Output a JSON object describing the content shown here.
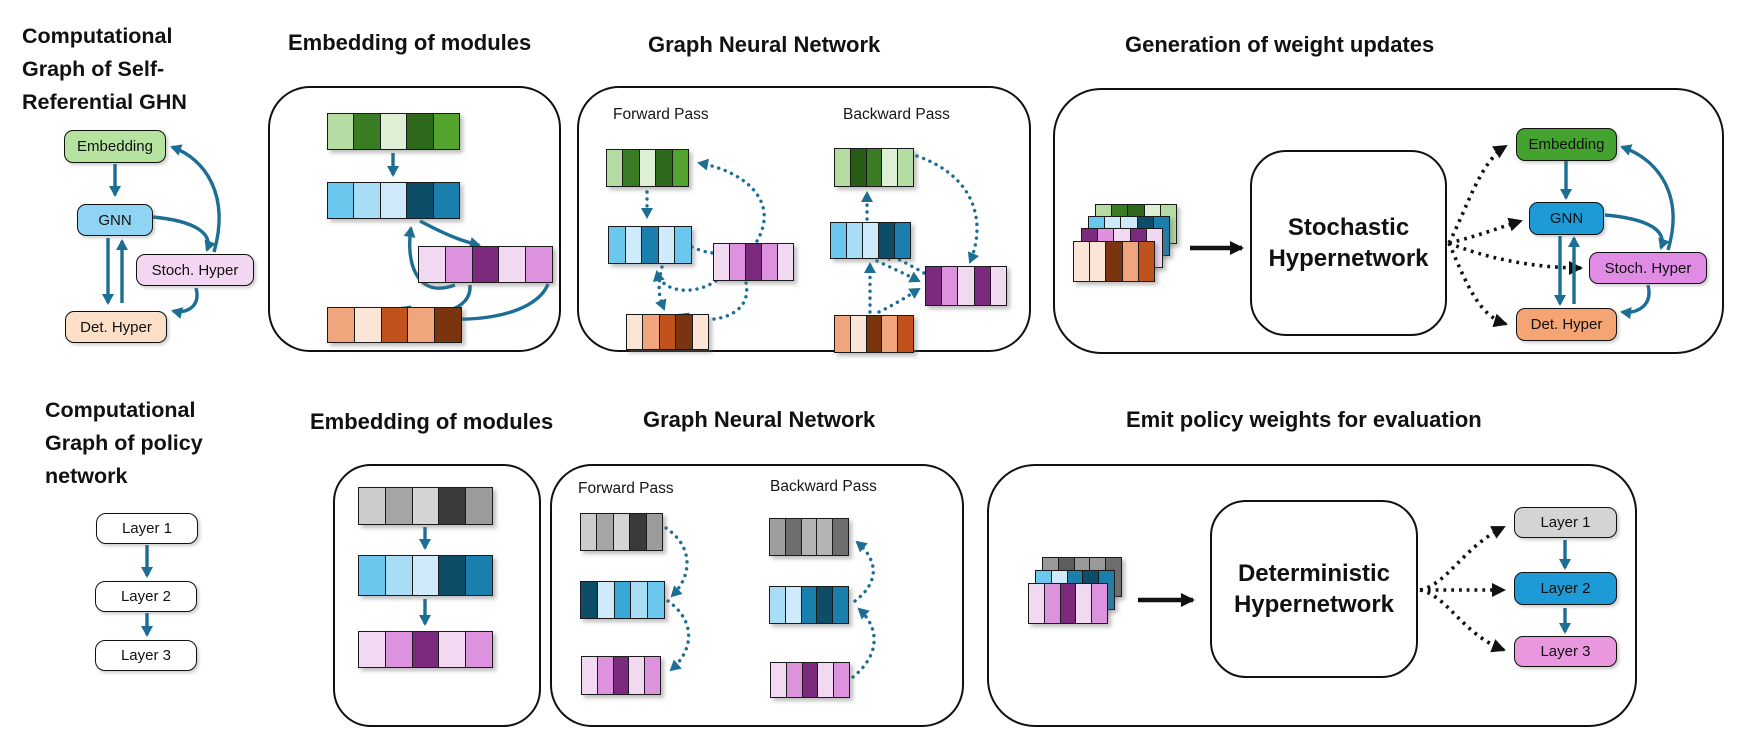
{
  "figure": {
    "top": {
      "left_graph": {
        "title": "Computational Graph of Self-Referential GHN",
        "nodes": {
          "embedding": {
            "label": "Embedding",
            "color": "#b7e3a1"
          },
          "gnn": {
            "label": "GNN",
            "color": "#90d4f3"
          },
          "stoch": {
            "label": "Stoch. Hyper",
            "color": "#f3d6f1"
          },
          "det": {
            "label": "Det. Hyper",
            "color": "#fbdfc6"
          }
        }
      },
      "embedding_panel": {
        "title": "Embedding of modules",
        "rows": {
          "green": [
            "#b5dca3",
            "#3a7c23",
            "#ddefd5",
            "#2e681c",
            "#54a32e"
          ],
          "blue": [
            "#6cc7ef",
            "#a9dcf5",
            "#cfeafa",
            "#0e4d68",
            "#1b7fae"
          ],
          "magenta": [
            "#f2d9f2",
            "#dc92dc",
            "#7b2a7d",
            "#f2d9f2",
            "#dc92dc"
          ],
          "orange": [
            "#f0a57c",
            "#fbe5d6",
            "#c0521d",
            "#f0a57c",
            "#7a340f"
          ]
        }
      },
      "gnn_panel": {
        "title": "Graph Neural Network",
        "forward": {
          "label": "Forward Pass",
          "rows": {
            "green": [
              "#b5dca3",
              "#3a7c23",
              "#ddefd5",
              "#2e681c",
              "#54a32e"
            ],
            "blue": [
              "#6cc7ef",
              "#cfeafa",
              "#1b7fae",
              "#cfeafa",
              "#6cc7ef"
            ],
            "magenta": [
              "#f2d9f2",
              "#dc92dc",
              "#7b2a7d",
              "#dc92dc",
              "#f2d9f2"
            ],
            "orange": [
              "#fbe5d6",
              "#f0a57c",
              "#c0521d",
              "#7a340f",
              "#fbe5d6"
            ]
          }
        },
        "backward": {
          "label": "Backward Pass",
          "rows": {
            "green": [
              "#b5dca3",
              "#285c16",
              "#3a7c23",
              "#ddefd5",
              "#b5dca3"
            ],
            "blue": [
              "#6cc7ef",
              "#a9dcf5",
              "#cfeafa",
              "#0e4d68",
              "#1b7fae"
            ],
            "magenta": [
              "#7b2a7d",
              "#dc92dc",
              "#f2d9f2",
              "#7b2a7d",
              "#f2d9f2"
            ],
            "orange": [
              "#f0a57c",
              "#fbe5d6",
              "#7a340f",
              "#f0a57c",
              "#c0521d"
            ]
          }
        }
      },
      "generation_panel": {
        "title": "Generation of weight updates",
        "hypernetwork_label": "Stochastic Hypernetwork",
        "stack": {
          "green": [
            "#b5dca3",
            "#3a7c23",
            "#2e681c",
            "#ddefd5",
            "#b5dca3"
          ],
          "blue": [
            "#6cc7ef",
            "#cfeafa",
            "#cfeafa",
            "#0e4d68",
            "#1b7fae"
          ],
          "magenta": [
            "#7b2a7d",
            "#dc92dc",
            "#f2d9f2",
            "#7b2a7d",
            "#f2d9f2"
          ],
          "orange": [
            "#fbe5d6",
            "#fbe5d6",
            "#7a340f",
            "#f0a57c",
            "#c0521d"
          ]
        },
        "nodes": {
          "embedding": {
            "label": "Embedding",
            "color": "#44a22e"
          },
          "gnn": {
            "label": "GNN",
            "color": "#1e9ad7"
          },
          "stoch": {
            "label": "Stoch. Hyper",
            "color": "#e08be4"
          },
          "det": {
            "label": "Det. Hyper",
            "color": "#f5a573"
          }
        }
      }
    },
    "bottom": {
      "left_graph": {
        "title": "Computational Graph of policy network",
        "nodes": {
          "layer1": {
            "label": "Layer 1",
            "color": "#ffffff"
          },
          "layer2": {
            "label": "Layer 2",
            "color": "#ffffff"
          },
          "layer3": {
            "label": "Layer 3",
            "color": "#ffffff"
          }
        }
      },
      "embedding_panel": {
        "title": "Embedding of modules",
        "rows": {
          "gray": [
            "#cccccc",
            "#a5a5a5",
            "#d4d4d4",
            "#3a3a3a",
            "#9b9b9b"
          ],
          "blue": [
            "#6cc7ef",
            "#a9dcf5",
            "#cfeafa",
            "#0e4d68",
            "#1b7fae"
          ],
          "pink": [
            "#f2d9f2",
            "#dc92dc",
            "#7b2a7d",
            "#f2d9f2",
            "#dc92dc"
          ]
        }
      },
      "gnn_panel": {
        "title": "Graph Neural Network",
        "forward": {
          "label": "Forward Pass",
          "rows": {
            "gray": [
              "#cccccc",
              "#a5a5a5",
              "#d4d4d4",
              "#3a3a3a",
              "#9b9b9b"
            ],
            "blue": [
              "#0e4d68",
              "#cfeafa",
              "#38a8d8",
              "#a9dcf5",
              "#6cc7ef"
            ],
            "pink": [
              "#f2d9f2",
              "#dc92dc",
              "#7b2a7d",
              "#f2d9f2",
              "#dc92dc"
            ]
          }
        },
        "backward": {
          "label": "Backward Pass",
          "rows": {
            "gray": [
              "#9e9e9e",
              "#6e6e6e",
              "#b4b4b4",
              "#b4b4b4",
              "#6e6e6e"
            ],
            "blue": [
              "#a9dcf5",
              "#cfeafa",
              "#1b7fae",
              "#0e4d68",
              "#1b7fae"
            ],
            "pink": [
              "#f2d9f2",
              "#dc92dc",
              "#7b2a7d",
              "#f2d9f2",
              "#dc92dc"
            ]
          }
        }
      },
      "emit_panel": {
        "title": "Emit policy weights for evaluation",
        "hypernetwork_label": "Deterministic Hypernetwork",
        "stack": {
          "gray": [
            "#9a9a9a",
            "#5e5e5e",
            "#9a9a9a",
            "#9a9a9a",
            "#6e6e6e"
          ],
          "blue": [
            "#6cc7ef",
            "#cfeafa",
            "#1b7fae",
            "#0e4d68",
            "#1b7fae"
          ],
          "pink": [
            "#f2d9f2",
            "#dc92dc",
            "#7b2a7d",
            "#f2d9f2",
            "#dc92dc"
          ]
        },
        "nodes": {
          "layer1": {
            "label": "Layer 1",
            "color": "#d4d4d4"
          },
          "layer2": {
            "label": "Layer 2",
            "color": "#1e9ad7"
          },
          "layer3": {
            "label": "Layer 3",
            "color": "#e998e0"
          }
        }
      }
    },
    "colors": {
      "arrow_teal": "#1d6e94",
      "arrow_black": "#111111"
    }
  }
}
